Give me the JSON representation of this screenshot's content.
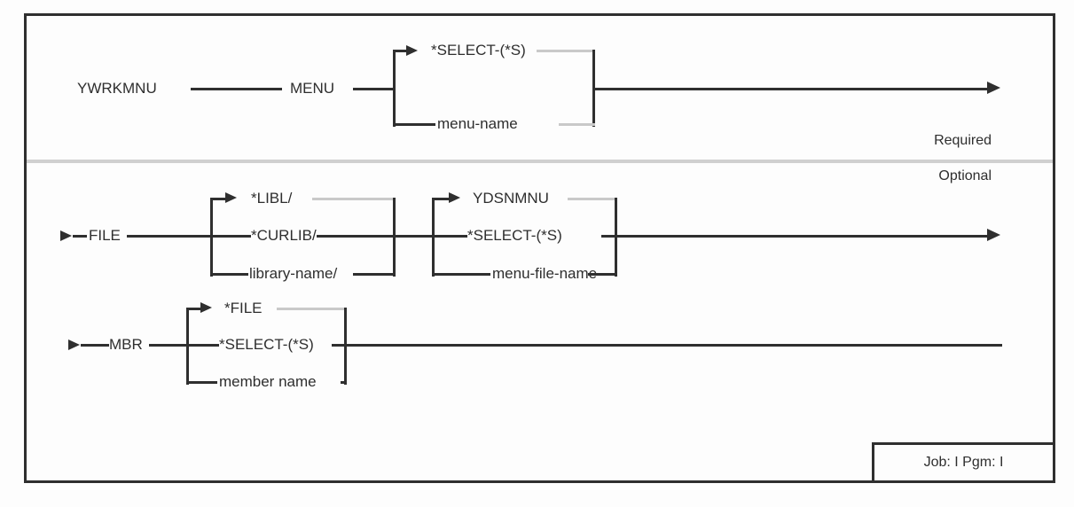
{
  "diagram": {
    "command": "YWRKMNU",
    "annotations": {
      "required": "Required",
      "optional": "Optional"
    },
    "job_box": "Job: I  Pgm: I",
    "menu": {
      "param": "MENU",
      "default": "*SELECT-(*S)",
      "alternative": "menu-name"
    },
    "file": {
      "param": "FILE",
      "library": {
        "default": "*LIBL/",
        "current": "*CURLIB/",
        "named": "library-name/"
      },
      "name": {
        "default": "YDSNMNU",
        "select": "*SELECT-(*S)",
        "named": "menu-file-name"
      }
    },
    "mbr": {
      "param": "MBR",
      "default": "*FILE",
      "select": "*SELECT-(*S)",
      "named": "member name"
    }
  }
}
